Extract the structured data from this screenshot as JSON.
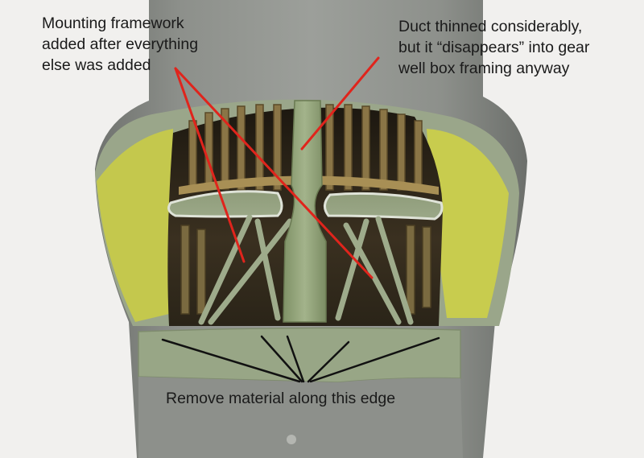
{
  "annotations": {
    "framework": "Mounting framework\nadded after everything\nelse was added",
    "duct": "Duct thinned considerably,\nbut it “disappears” into gear\nwell box framing anyway",
    "remove_edge": "Remove material along this edge"
  },
  "colors": {
    "background": "#f1f0ee",
    "grey_plastic": "#8e918c",
    "green_primer": "#98a585",
    "yellow_chromate": "#c5c94c",
    "cavity_dark": "#2a2418",
    "brass": "#9a8452",
    "red_leader": "#e0241c",
    "black_leader": "#111111"
  }
}
